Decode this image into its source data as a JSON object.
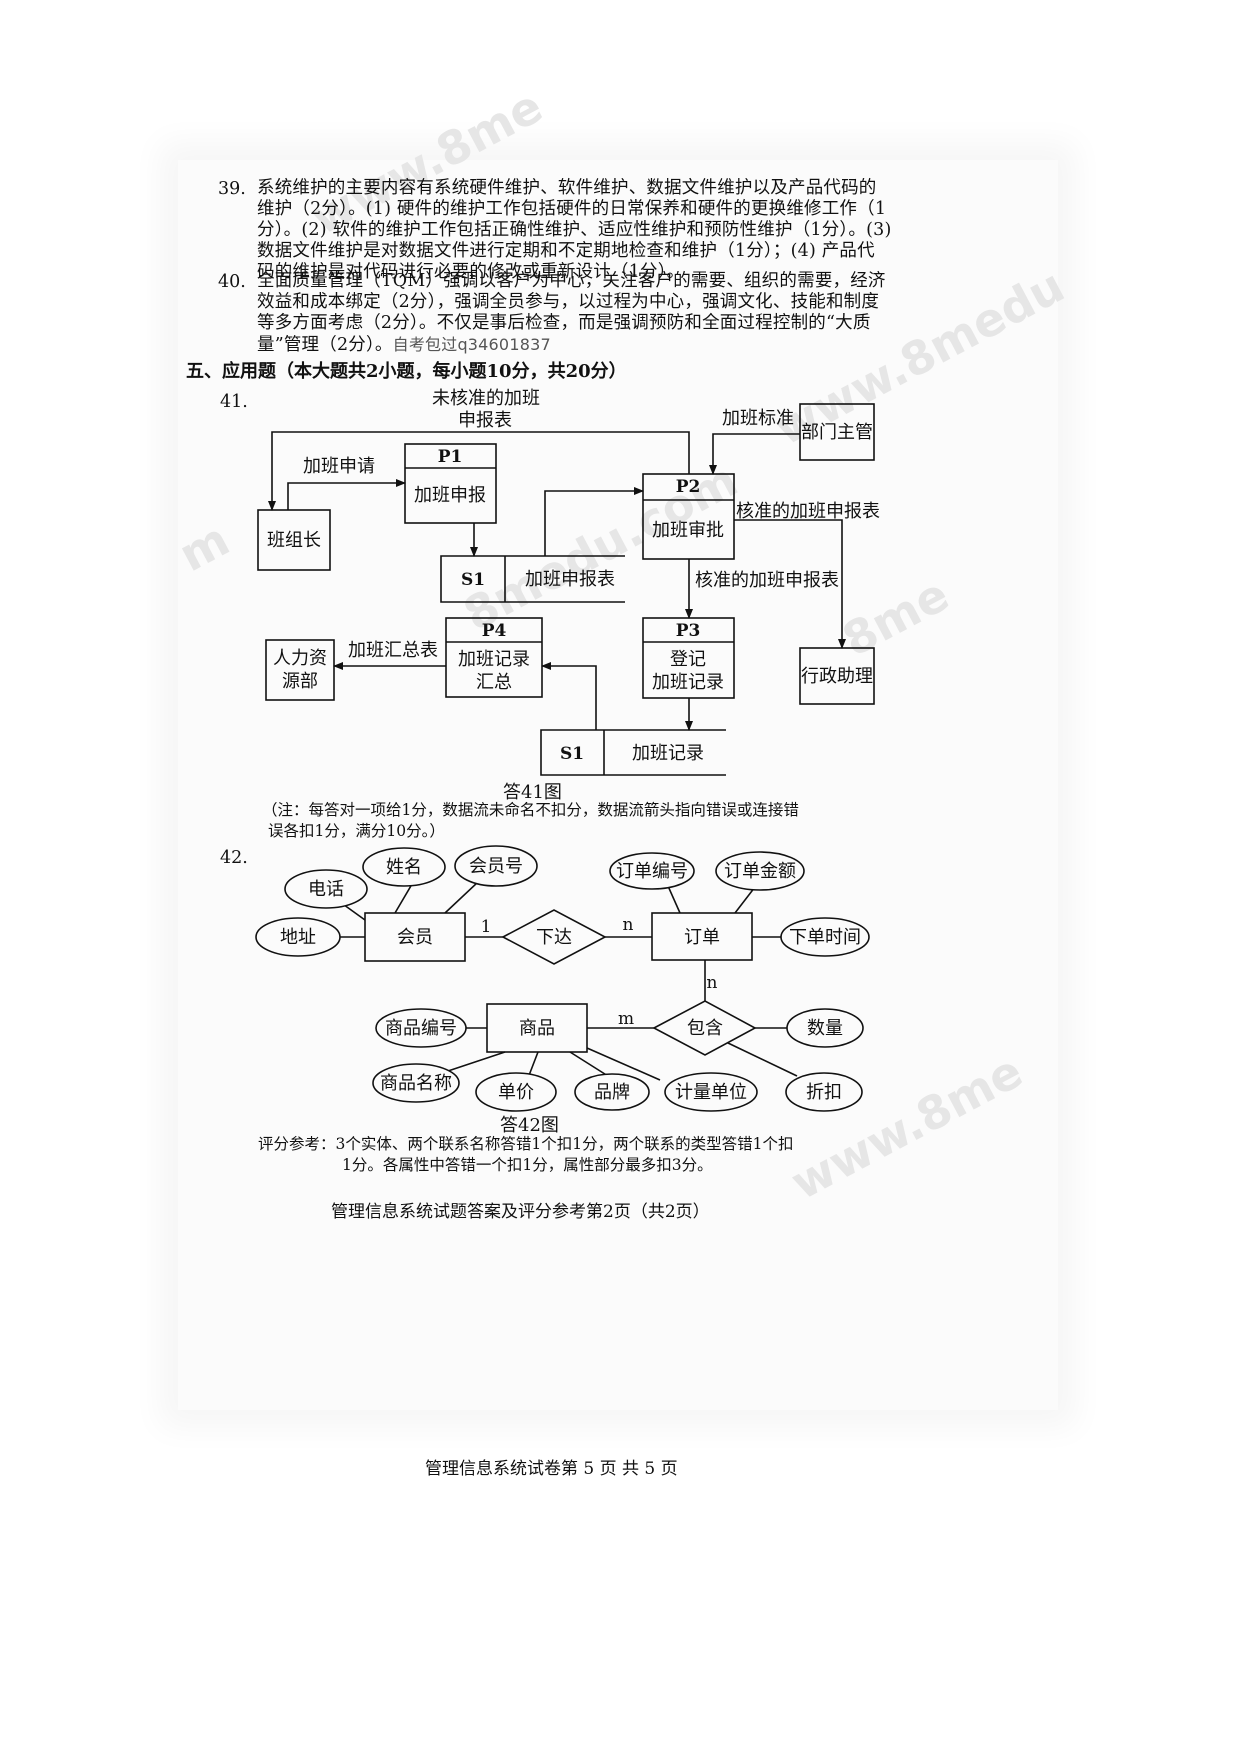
{
  "watermarks": [
    "www.8me",
    "8medu.com",
    "www.8medu",
    "m",
    "8me",
    "www.8me"
  ],
  "q39": {
    "number": "39.",
    "lines": [
      "系统维护的主要内容有系统硬件维护、软件维护、数据文件维护以及产品代码的",
      "维护（2分）。(1) 硬件的维护工作包括硬件的日常保养和硬件的更换维修工作（1",
      "分）。(2) 软件的维护工作包括正确性维护、适应性维护和预防性维护（1分）。(3)",
      "数据文件维护是对数据文件进行定期和不定期地检查和维护（1分）；(4) 产品代",
      "码的维护是对代码进行必要的修改或重新设计（1分）。"
    ]
  },
  "q40": {
    "number": "40.",
    "lines": [
      "全面质量管理（TQM）强调以客户为中心，关注客户的需要、组织的需要，经济",
      "效益和成本绑定（2分），强调全员参与，以过程为中心，强调文化、技能和制度",
      "等多方面考虑（2分）。不仅是事后检查，而是强调预防和全面过程控制的“大质"
    ],
    "last_line": "量”管理（2分）。",
    "stamp": "自考包过q34601837"
  },
  "section_heading": "五、应用题（本大题共2小题，每小题10分，共20分）",
  "q41": {
    "number": "41.",
    "dfd": {
      "entities": {
        "team_leader": "班组长",
        "dept_manager": "部门主管",
        "hr_dept_line1": "人力资",
        "hr_dept_line2": "源部",
        "admin_assistant": "行政助理"
      },
      "processes": [
        {
          "id": "P1",
          "name_lines": [
            "加班申报"
          ]
        },
        {
          "id": "P2",
          "name_lines": [
            "加班审批"
          ]
        },
        {
          "id": "P3",
          "name_lines": [
            "登记",
            "加班记录"
          ]
        },
        {
          "id": "P4",
          "name_lines": [
            "加班记录",
            "汇总"
          ]
        }
      ],
      "stores": [
        {
          "id": "S1",
          "name": "加班申报表"
        },
        {
          "id": "S1",
          "name": "加班记录"
        }
      ],
      "flows": {
        "unapproved_line1": "未核准的加班",
        "unapproved_line2": "申报表",
        "overtime_request": "加班申请",
        "overtime_standard": "加班标准",
        "approved_form_right": "核准的加班申报表",
        "approved_form_down": "核准的加班申报表",
        "summary_table": "加班汇总表"
      }
    },
    "caption": "答41图",
    "note_line1": "（注：每答对一项给1分，数据流未命名不扣分，数据流箭头指向错误或连接错",
    "note_line2": "误各扣1分，满分10分。）"
  },
  "q42": {
    "number": "42.",
    "er": {
      "entities": {
        "member": "会员",
        "order": "订单",
        "product": "商品"
      },
      "relationships": {
        "place": "下达",
        "contain": "包含"
      },
      "attributes": {
        "name": "姓名",
        "member_no": "会员号",
        "phone": "电话",
        "address": "地址",
        "order_no": "订单编号",
        "order_amount": "订单金额",
        "order_time": "下单时间",
        "quantity": "数量",
        "discount": "折扣",
        "product_no": "商品编号",
        "product_name": "商品名称",
        "unit_price": "单价",
        "brand": "品牌",
        "unit": "计量单位"
      },
      "cardinality": {
        "member_side": "1",
        "order_side": "n",
        "order_contain": "n",
        "product_side": "m"
      }
    },
    "caption": "答42图",
    "note_line1": "评分参考：3个实体、两个联系名称答错1个扣1分，两个联系的类型答错1个扣",
    "note_line2": "1分。各属性中答错一个扣1分，属性部分最多扣3分。"
  },
  "inner_footer": "管理信息系统试题答案及评分参考第2页（共2页）",
  "page_footer": "管理信息系统试卷第 5 页 共 5 页"
}
